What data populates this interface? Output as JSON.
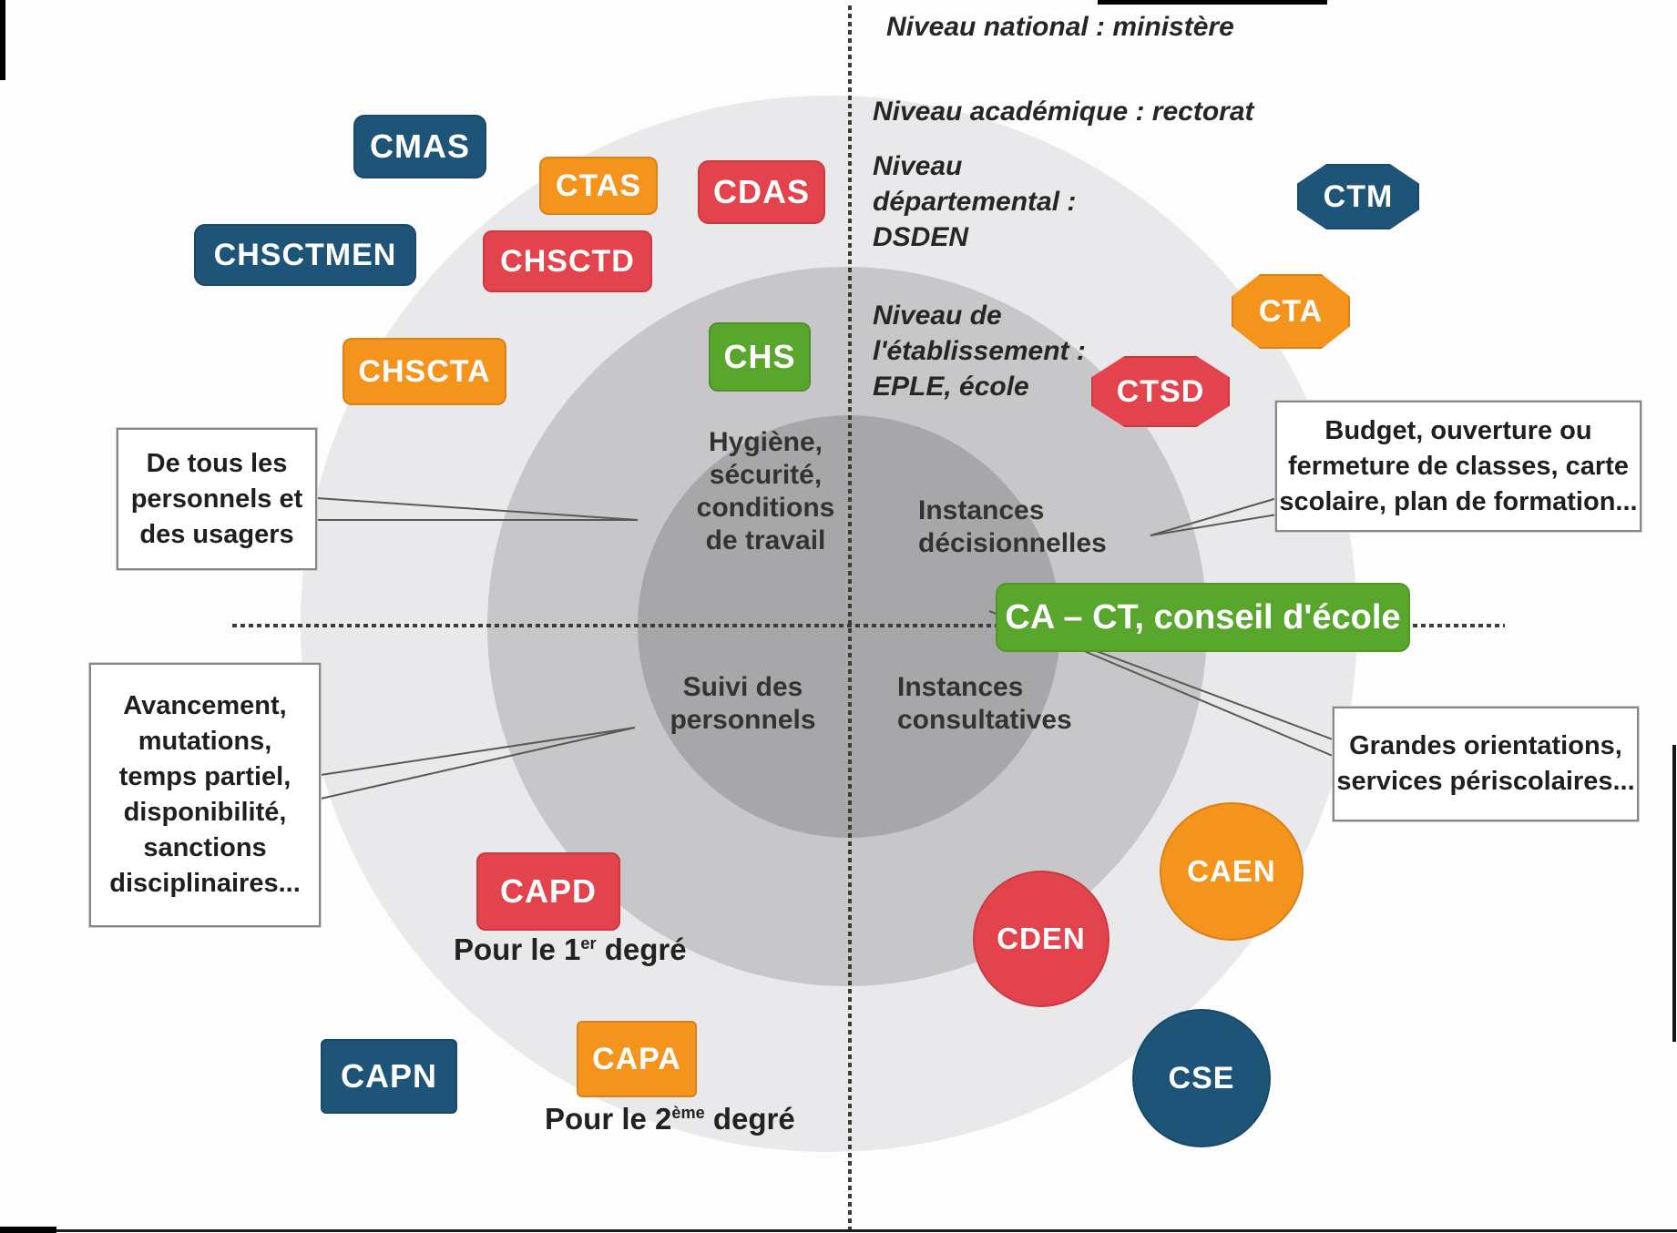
{
  "palette": {
    "blue": "#1d5478",
    "orange": "#f5941d",
    "red": "#e3434c",
    "green": "#58a62c",
    "circle_outer": "#e9e9eb",
    "circle_middle": "#c7c7c9",
    "circle_inner": "#a7a7aa"
  },
  "levels": {
    "national": "Niveau national : ministère",
    "academique": "Niveau académique : rectorat",
    "departemental": {
      "l1": "Niveau",
      "l2": "départemental :",
      "l3": "DSDEN"
    },
    "etablissement": {
      "l1": "Niveau de",
      "l2": "l'établissement :",
      "l3": "EPLE, école"
    }
  },
  "quadrants": {
    "hygiene": {
      "l1": "Hygiène,",
      "l2": "sécurité,",
      "l3": "conditions",
      "l4": "de travail"
    },
    "decisionnelles": {
      "l1": "Instances",
      "l2": "décisionnelles"
    },
    "suivi": {
      "l1": "Suivi des",
      "l2": "personnels"
    },
    "consultatives": {
      "l1": "Instances",
      "l2": "consultatives"
    }
  },
  "badges": {
    "cmas": "CMAS",
    "ctas": "CTAS",
    "cdas": "CDAS",
    "chsctmen": "CHSCTMEN",
    "chsctd": "CHSCTD",
    "chscta": "CHSCTA",
    "chs": "CHS",
    "ctm": "CTM",
    "cta": "CTA",
    "ctsd": "CTSD",
    "capd": "CAPD",
    "capn": "CAPN",
    "capa": "CAPA",
    "cden": "CDEN",
    "caen": "CAEN",
    "cse": "CSE"
  },
  "banner": {
    "label": "CA – CT, conseil d'école"
  },
  "captions": {
    "premier": {
      "prefix": "Pour le 1",
      "sup": "er",
      "suffix": " degré"
    },
    "second": {
      "prefix": "Pour le 2",
      "sup": "ème",
      "suffix": " degré"
    }
  },
  "callouts": {
    "usagers": {
      "l1": "De tous les",
      "l2": "personnels et",
      "l3": "des usagers"
    },
    "budget": {
      "l1": "Budget, ouverture ou",
      "l2": "fermeture de classes, carte",
      "l3": "scolaire, plan de formation..."
    },
    "avancement": {
      "l1": "Avancement,",
      "l2": "mutations,",
      "l3": "temps partiel,",
      "l4": "disponibilité,",
      "l5": "sanctions",
      "l6": "disciplinaires..."
    },
    "grandes": {
      "l1": "Grandes orientations,",
      "l2": "services périscolaires..."
    }
  }
}
